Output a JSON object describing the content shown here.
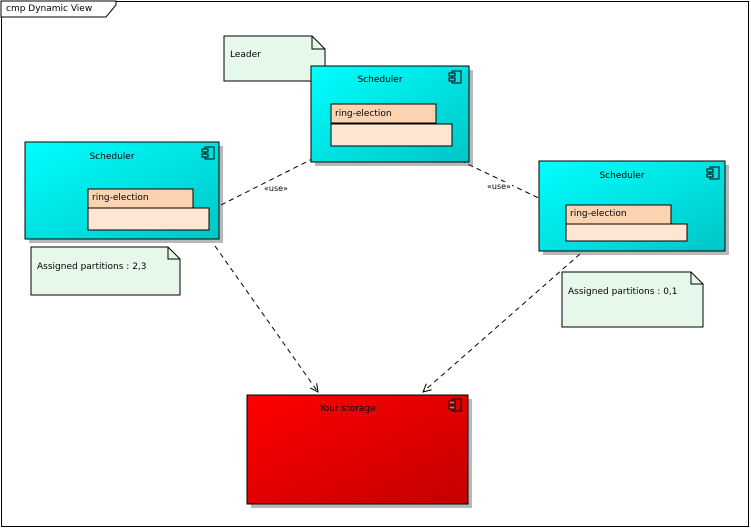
{
  "frame": {
    "title": "cmp Dynamic View"
  },
  "notes": {
    "leader": "Leader",
    "partitions_left": "Assigned partitions : 2,3",
    "partitions_right": "Assigned partitions : 0,1"
  },
  "components": {
    "scheduler_top": {
      "name": "Scheduler",
      "part": "ring-election"
    },
    "scheduler_left": {
      "name": "Scheduler",
      "part": "ring-election"
    },
    "scheduler_right": {
      "name": "Scheduler",
      "part": "ring-election"
    },
    "storage": {
      "name": "Your storage"
    }
  },
  "connectors": {
    "use_left": "«use»",
    "use_right": "«use»"
  },
  "colors": {
    "scheduler_fill_light": "#00ffff",
    "scheduler_fill_dark": "#00c6c6",
    "storage_fill_light": "#ff0000",
    "storage_fill_dark": "#c40000",
    "note_fill": "#e6f8e9",
    "part_tab_fill": "#fcd3b1",
    "part_body_fill": "#fee6d2"
  }
}
